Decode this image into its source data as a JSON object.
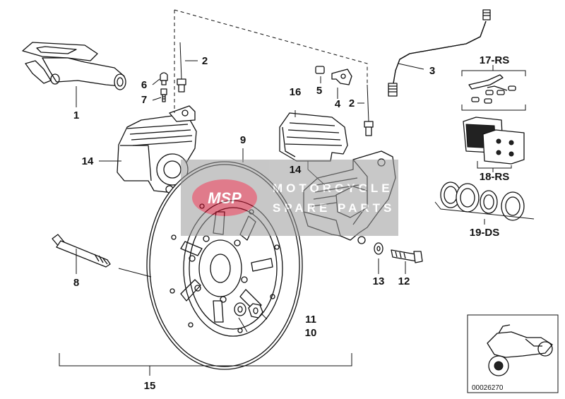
{
  "labels": {
    "l1": "1",
    "l2a": "2",
    "l2b": "2",
    "l3": "3",
    "l4": "4",
    "l5": "5",
    "l6": "6",
    "l7": "7",
    "l8": "8",
    "l9": "9",
    "l10": "10",
    "l11": "11",
    "l12": "12",
    "l13": "13",
    "l14a": "14",
    "l14b": "14",
    "l15": "15",
    "l16": "16",
    "l17": "17-RS",
    "l18": "18-RS",
    "l19": "19-DS"
  },
  "watermark": {
    "logo": "MSP",
    "line1": "MOTORCYCLE",
    "line2": "SPARE PARTS"
  },
  "reference_number": "00026270"
}
